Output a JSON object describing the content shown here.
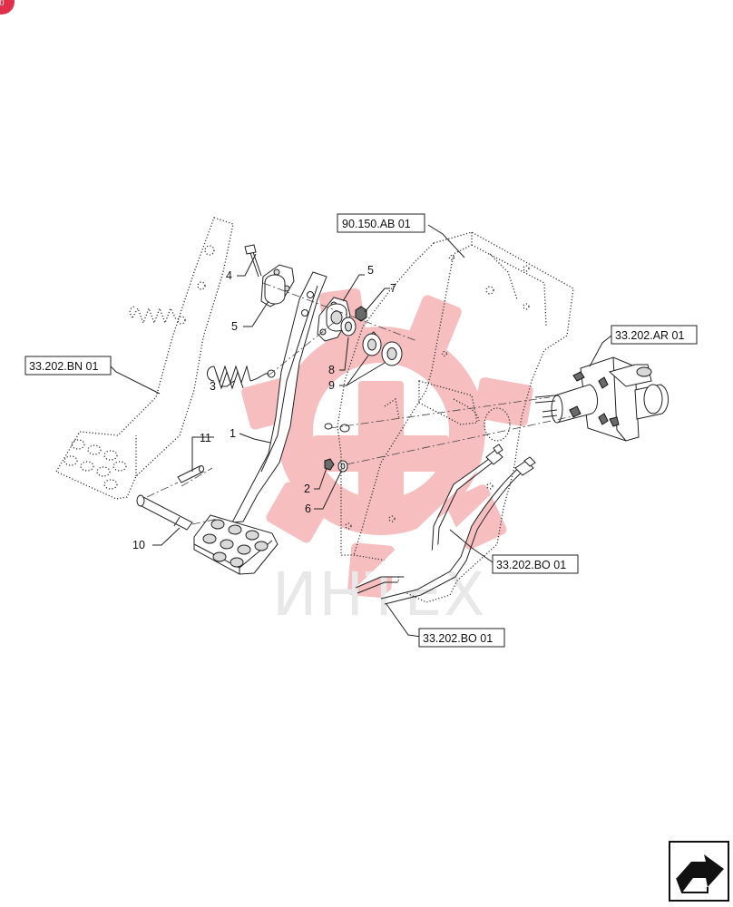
{
  "callouts": {
    "c1": "1",
    "c2": "2",
    "c3": "3",
    "c4": "4",
    "c5a": "5",
    "c5b": "5",
    "c6": "6",
    "c7": "7",
    "c8": "8",
    "c9": "9",
    "c10": "10",
    "c11": "11"
  },
  "references": {
    "r_90_150": "90.150.AB 01",
    "r_bn": "33.202.BN 01",
    "r_ar": "33.202.AR 01",
    "r_bo_a": "33.202.BO 01",
    "r_bo_b": "33.202.BO 01"
  },
  "watermark": {
    "text": "ИНТЕХ",
    "color": "#f08a8a"
  },
  "colors": {
    "line": "#222222",
    "badge": "#e0304a"
  },
  "icons": {
    "nav": "next-page-arrow-icon",
    "badge": "corner-badge-icon"
  }
}
